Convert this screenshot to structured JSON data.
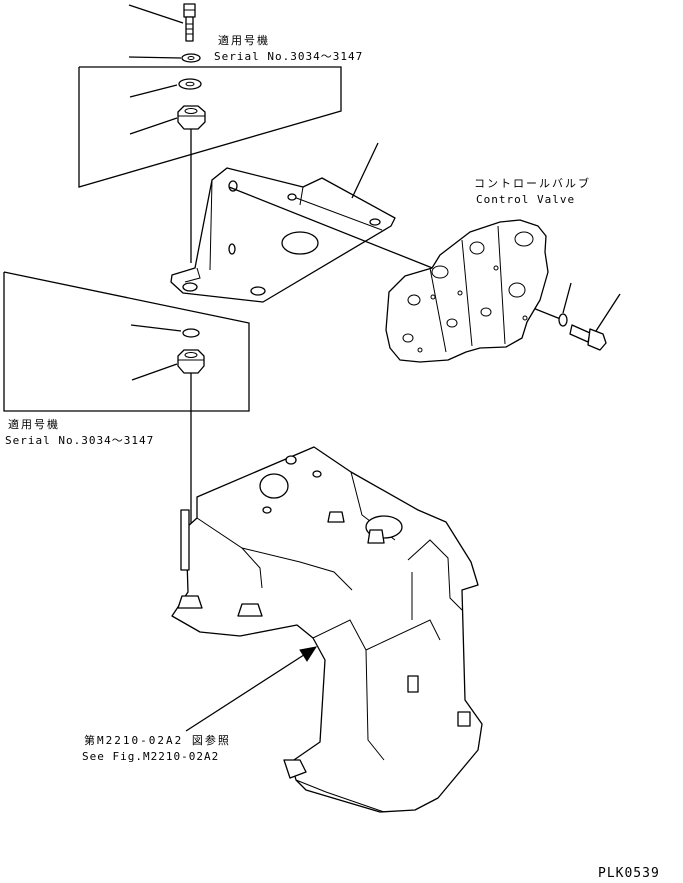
{
  "labels": {
    "applicable_serial_top_jp": "適用号機",
    "applicable_serial_top_en": "Serial No.3034～3147",
    "control_valve_jp": "コントロールバルブ",
    "control_valve_en": "Control Valve",
    "applicable_serial_left_jp": "適用号機",
    "applicable_serial_left_en": "Serial No.3034～3147",
    "see_fig_jp": "第M2210-02A2 図参照",
    "see_fig_en": "See Fig.M2210-02A2",
    "drawing_code": "PLK0539"
  }
}
